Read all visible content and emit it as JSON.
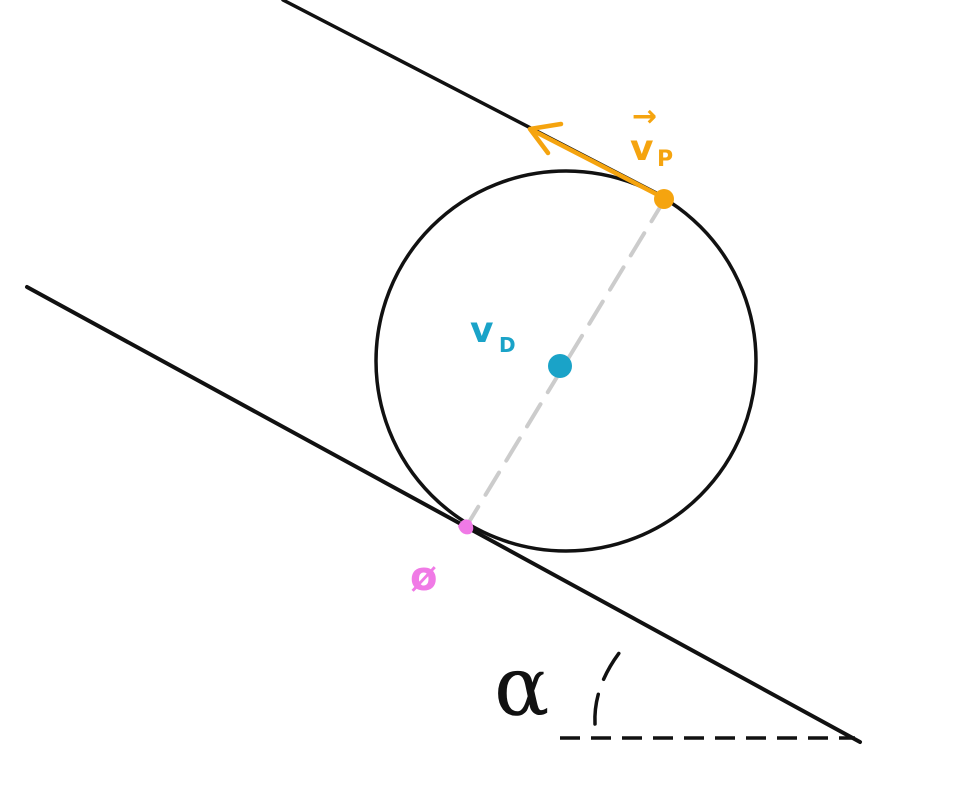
{
  "labels": {
    "angle": "α",
    "center_velocity": "v",
    "center_velocity_sub": "D",
    "top_velocity": "v",
    "top_velocity_sub": "P",
    "top_velocity_arrow": "→",
    "contact_point": "ø"
  },
  "colors": {
    "line": "#111111",
    "top_point": "#f5a40f",
    "center_point": "#1aa3c8",
    "contact_point": "#f07ae6",
    "diameter": "#cccccc"
  }
}
